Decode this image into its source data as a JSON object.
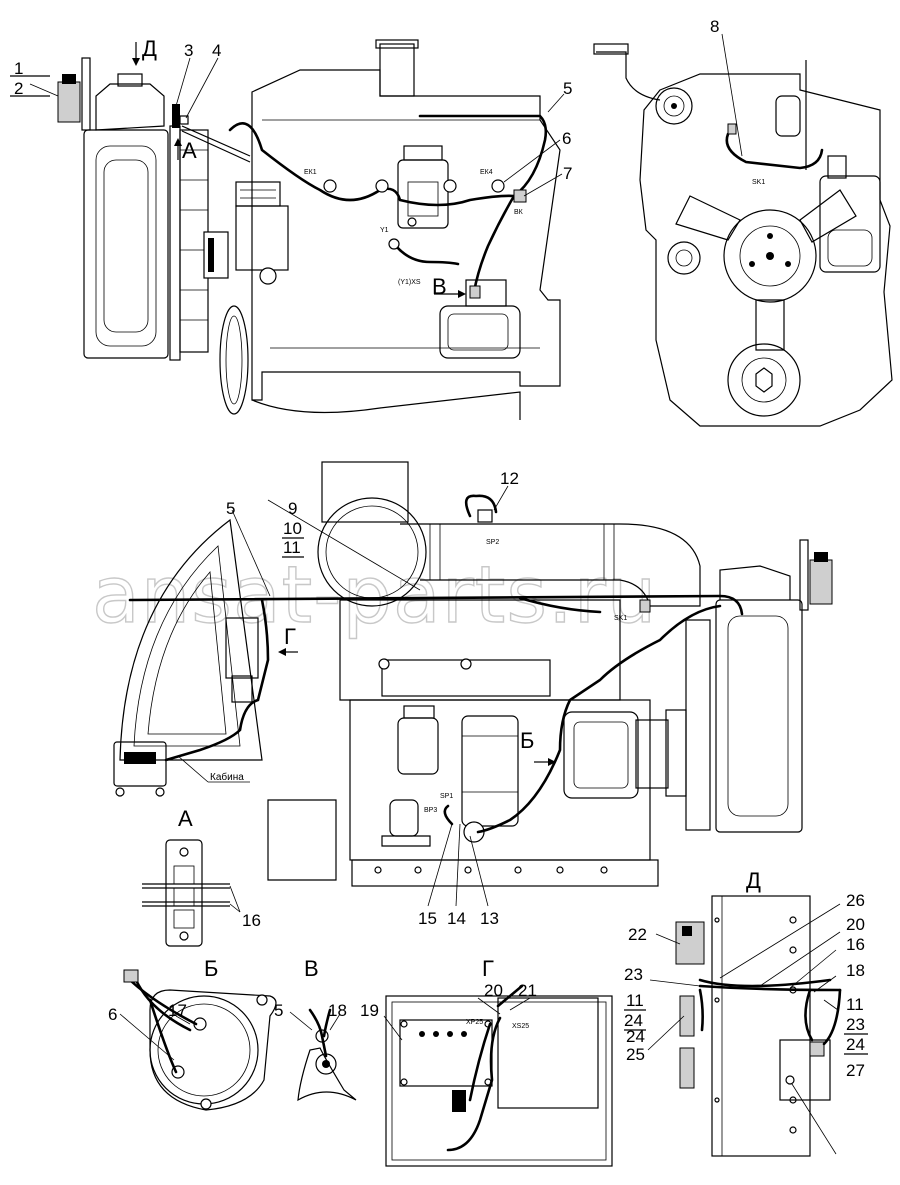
{
  "watermark": "ansat-parts.ru",
  "view_labels": {
    "A": "А",
    "B": "Б",
    "V": "В",
    "G": "Г",
    "D": "Д"
  },
  "cabin_label": "Кабина",
  "part_numbers": [
    "1",
    "2",
    "3",
    "4",
    "5",
    "6",
    "7",
    "8",
    "9",
    "10",
    "11",
    "12",
    "13",
    "14",
    "15",
    "16",
    "17",
    "18",
    "19",
    "20",
    "21",
    "22",
    "23",
    "24",
    "25",
    "26",
    "27"
  ],
  "component_codes": {
    "ek1": "ЕК1",
    "ek4": "ЕК4",
    "vk": "ВК",
    "y1": "Y1",
    "y1xs": "(Y1)XS",
    "sk1": "SK1",
    "sp2": "SP2",
    "sp1": "SP1",
    "bp3": "ВР3",
    "xp25": "XP25",
    "xs25": "XS25"
  }
}
